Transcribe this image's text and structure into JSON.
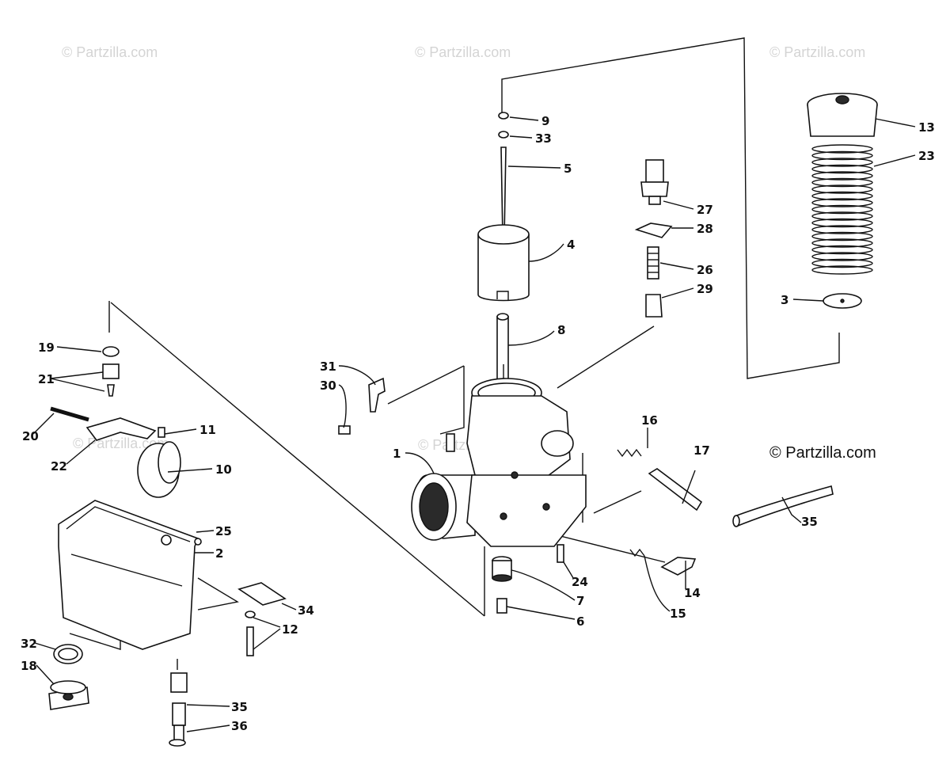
{
  "watermarks": {
    "top_left": "© Partzilla.com",
    "top_center": "© Partzilla.com",
    "top_right": "© Partzilla.com",
    "main": "© Partzilla.com",
    "faint_left": "© Partzilla.com",
    "faint_center": "© Partzilla.com"
  },
  "callouts": {
    "c1": "1",
    "c2": "2",
    "c3": "3",
    "c4": "4",
    "c5": "5",
    "c6": "6",
    "c7": "7",
    "c8": "8",
    "c9": "9",
    "c10": "10",
    "c11": "11",
    "c12": "12",
    "c13": "13",
    "c14": "14",
    "c15": "15",
    "c16": "16",
    "c17": "17",
    "c18": "18",
    "c19": "19",
    "c20": "20",
    "c21": "21",
    "c22": "22",
    "c23": "23",
    "c24": "24",
    "c25": "25",
    "c26": "26",
    "c27": "27",
    "c28": "28",
    "c29": "29",
    "c30": "30",
    "c31": "31",
    "c32": "32",
    "c33": "33",
    "c34": "34",
    "c35a": "35",
    "c35b": "35",
    "c36": "36"
  },
  "colors": {
    "ink": "#111111",
    "watermark": "#d4d4d4",
    "background": "#ffffff"
  }
}
